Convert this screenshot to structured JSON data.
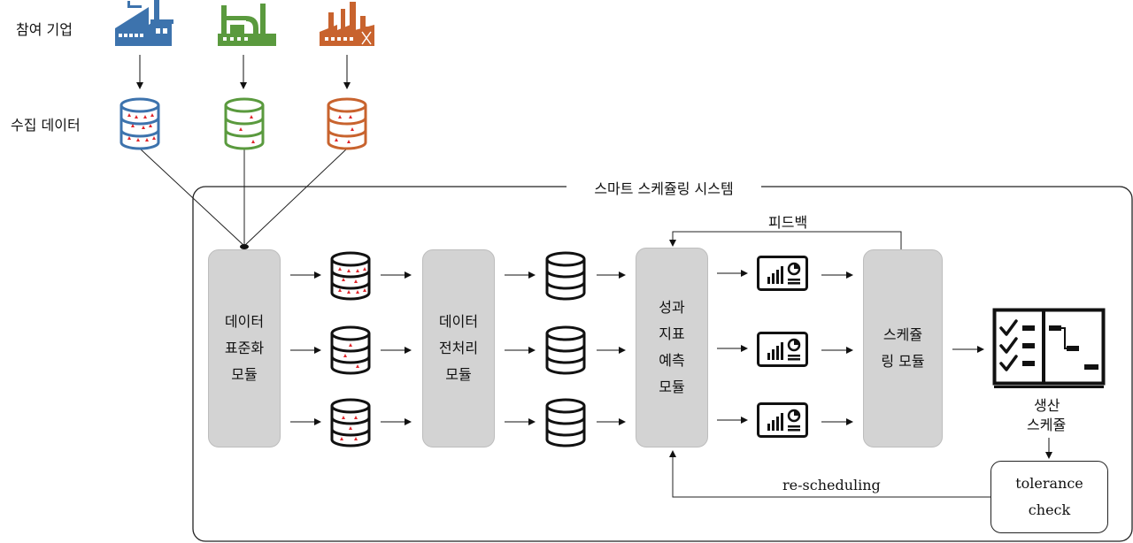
{
  "labels": {
    "participants": "참여 기업",
    "collected_data": "수집 데이터",
    "system_title": "스마트 스케쥴링 시스템",
    "feedback": "피드백",
    "rescheduling": "re-scheduling",
    "production_schedule_line1": "생산",
    "production_schedule_line2": "스케쥴"
  },
  "modules": {
    "standardization": [
      "데이터",
      "표준화",
      "모듈"
    ],
    "preprocessing": [
      "데이터",
      "전처리",
      "모듈"
    ],
    "kpi_prediction": [
      "성과",
      "지표",
      "예측",
      "모듈"
    ],
    "scheduling": [
      "스케쥴",
      "링 모듈"
    ]
  },
  "tolerance": {
    "line1": "tolerance",
    "line2": "check"
  },
  "colors": {
    "factory1": "#3d73ad",
    "factory2": "#5a9a3e",
    "factory3": "#c8632e",
    "module_fill": "#d3d3d3",
    "data_marker": "#e0262b"
  }
}
